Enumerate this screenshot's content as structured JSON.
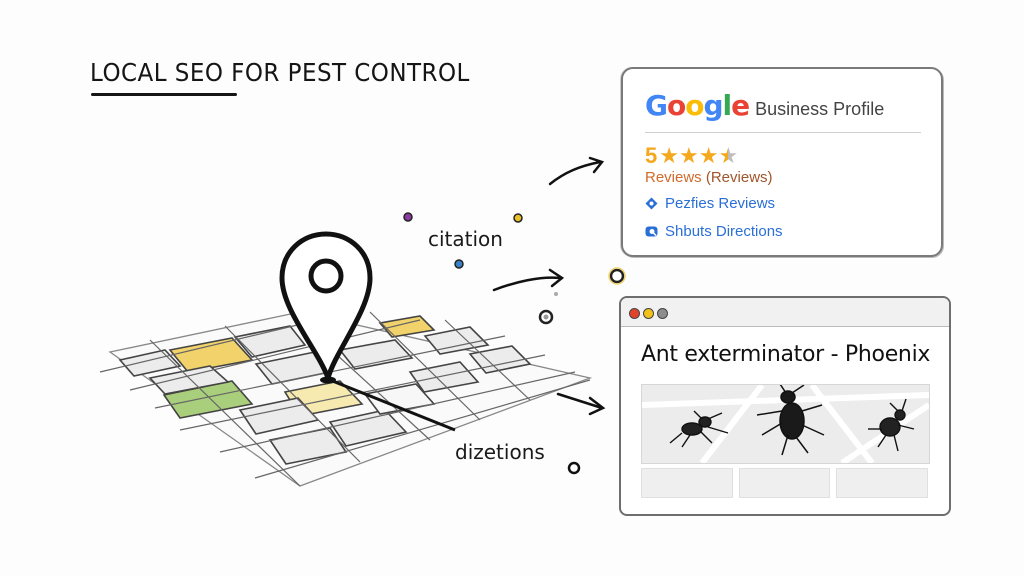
{
  "header": {
    "title": "LOCAL SEO FOR PEST CONTROL"
  },
  "map_illustration": {
    "icon": "map-pin-icon",
    "labels": {
      "citation": "citation",
      "directions": "dizetions"
    },
    "tile_colors": {
      "yellow": "#f2d36b",
      "light_yellow": "#f6eab0",
      "green": "#a9cf7c",
      "gray": "#ececec"
    }
  },
  "google_business_profile": {
    "logo_letters": [
      "G",
      "o",
      "o",
      "g",
      "l",
      "e"
    ],
    "subtitle": "Business Profile",
    "rating_value": "5",
    "stars": {
      "full": 3,
      "half": 1,
      "empty": 0
    },
    "reviews_label": "Reviews",
    "reviews_paren": "(Reviews)",
    "links": [
      {
        "label": "Pezfies Reviews",
        "icon": "tag-icon"
      },
      {
        "label": "Shbuts Directions",
        "icon": "directions-icon"
      }
    ],
    "colors": {
      "star": "#f4a81d",
      "reviews": "#d16a2a",
      "link": "#2a6fd6"
    }
  },
  "browser_window": {
    "window_controls": [
      "close",
      "minimize",
      "maximize"
    ],
    "page_title": "Ant exterminator - Phoenix",
    "hero_icons": [
      "ant-icon",
      "beetle-icon",
      "bug-icon"
    ]
  },
  "decor": {
    "arrows": 3,
    "dots": [
      {
        "color": "#8a3aa0"
      },
      {
        "color": "#e8c02a"
      },
      {
        "color": "#3b82c4"
      },
      {
        "color": "#f2c21a"
      },
      {
        "color": "#222222"
      },
      {
        "color": "#222222"
      }
    ]
  }
}
